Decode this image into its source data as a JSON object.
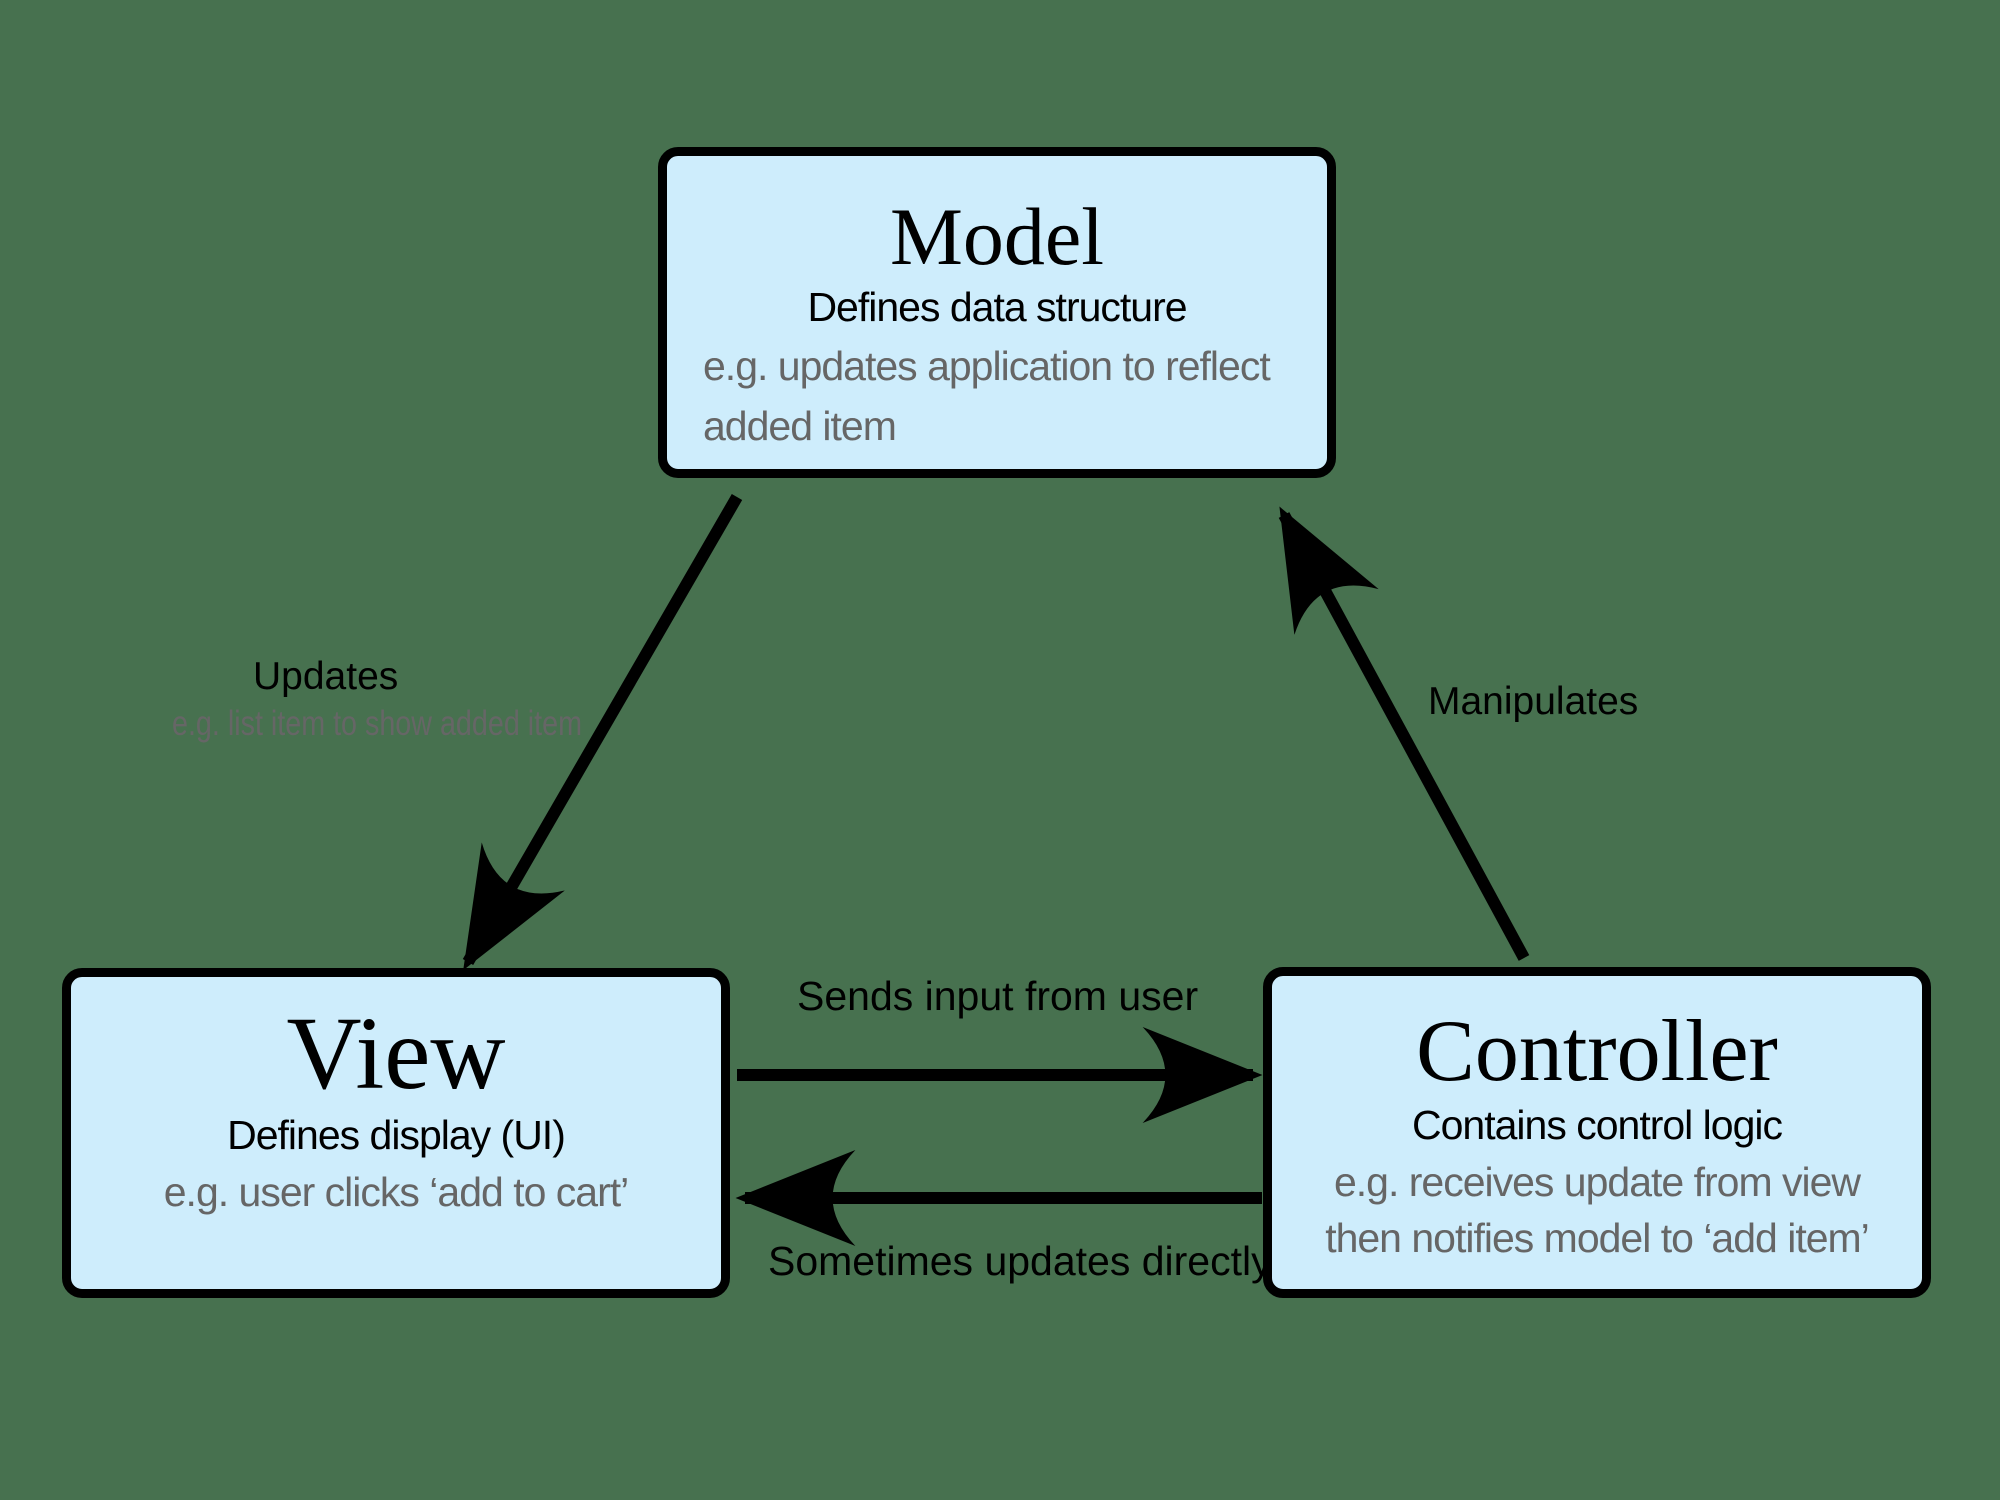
{
  "colors": {
    "background": "#47714F",
    "box_fill": "#CEEDFC",
    "box_border": "#000000",
    "line": "#000000",
    "muted_text": "#666666"
  },
  "nodes": {
    "model": {
      "title": "Model",
      "subtitle": "Defines data structure",
      "example_line1": "e.g. updates application to reflect",
      "example_line2": "added item"
    },
    "view": {
      "title": "View",
      "subtitle": "Defines display (UI)",
      "example_line1": "e.g. user clicks ‘add to cart’"
    },
    "controller": {
      "title": "Controller",
      "subtitle": "Contains control logic",
      "example_line1": "e.g. receives update from view",
      "example_line2": "then notifies model to ‘add item’"
    }
  },
  "edges": {
    "model_to_view": {
      "label": "Updates",
      "sublabel": "e.g. list item to show added item"
    },
    "controller_to_model": {
      "label": "Manipulates"
    },
    "view_to_controller": {
      "label": "Sends input from user"
    },
    "controller_to_view": {
      "label": "Sometimes updates directly"
    }
  }
}
